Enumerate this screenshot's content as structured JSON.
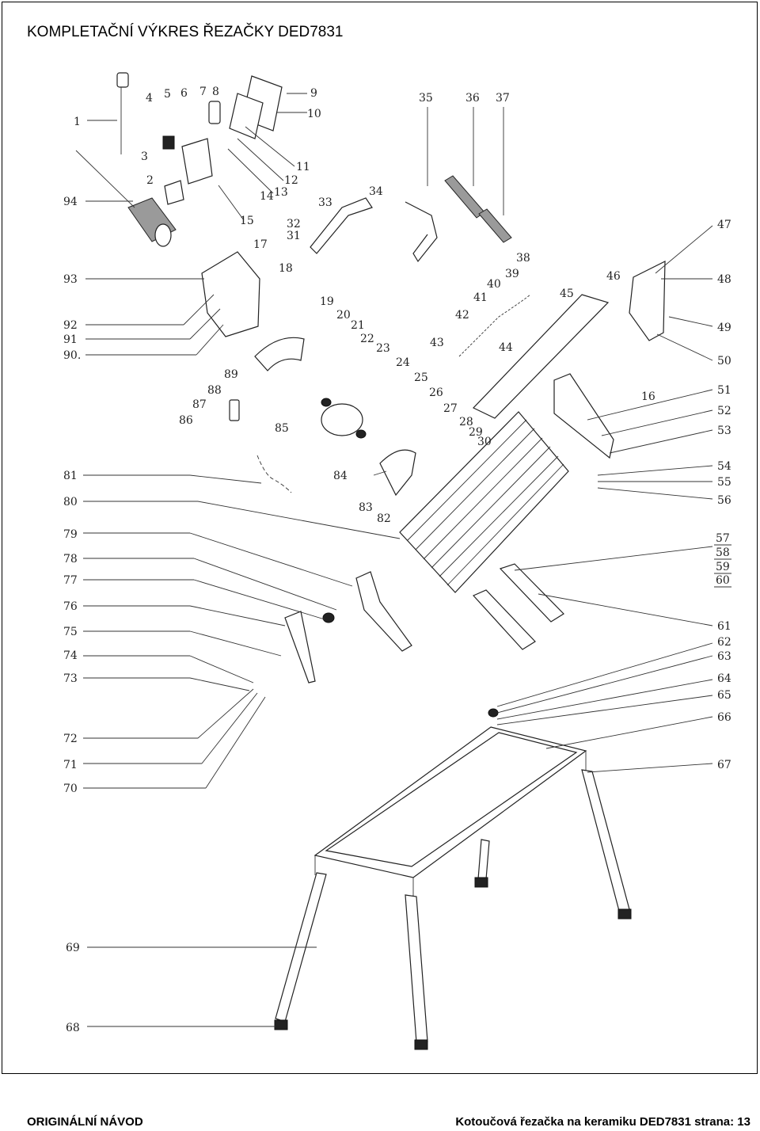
{
  "title": "KOMPLETAČNÍ VÝKRES ŘEZAČKY DED7831",
  "footer": {
    "left": "ORIGINÁLNÍ NÁVOD",
    "right": "Kotoučová řezačka na keramiku DED7831 strana: 13"
  },
  "callouts": {
    "n1": "1",
    "n2": "2",
    "n3": "3",
    "n4": "4",
    "n5": "5",
    "n6": "6",
    "n7": "7",
    "n8": "8",
    "n9": "9",
    "n10": "10",
    "n11": "11",
    "n12": "12",
    "n13": "13",
    "n14": "14",
    "n15": "15",
    "n16": "16",
    "n17": "17",
    "n18": "18",
    "n19": "19",
    "n20": "20",
    "n21": "21",
    "n22": "22",
    "n23": "23",
    "n24": "24",
    "n25": "25",
    "n26": "26",
    "n27": "27",
    "n28": "28",
    "n29": "29",
    "n30": "30",
    "n31": "31",
    "n32": "32",
    "n33": "33",
    "n34": "34",
    "n35": "35",
    "n36": "36",
    "n37": "37",
    "n38": "38",
    "n39": "39",
    "n40": "40",
    "n41": "41",
    "n42": "42",
    "n43": "43",
    "n44": "44",
    "n45": "45",
    "n46": "46",
    "n47": "47",
    "n48": "48",
    "n49": "49",
    "n50": "50",
    "n51": "51",
    "n52": "52",
    "n53": "53",
    "n54": "54",
    "n55": "55",
    "n56": "56",
    "n57": "57",
    "n58": "58",
    "n59": "59",
    "n60": "60",
    "n61": "61",
    "n62": "62",
    "n63": "63",
    "n64": "64",
    "n65": "65",
    "n66": "66",
    "n67": "67",
    "n68": "68",
    "n69": "69",
    "n70": "70",
    "n71": "71",
    "n72": "72",
    "n73": "73",
    "n74": "74",
    "n75": "75",
    "n76": "76",
    "n77": "77",
    "n78": "78",
    "n79": "79",
    "n80": "80",
    "n81": "81",
    "n82": "82",
    "n83": "83",
    "n84": "84",
    "n85": "85",
    "n86": "86",
    "n87": "87",
    "n88": "88",
    "n89": "89",
    "n90": "90.",
    "n91": "91",
    "n92": "92",
    "n93": "93",
    "n94": "94"
  }
}
